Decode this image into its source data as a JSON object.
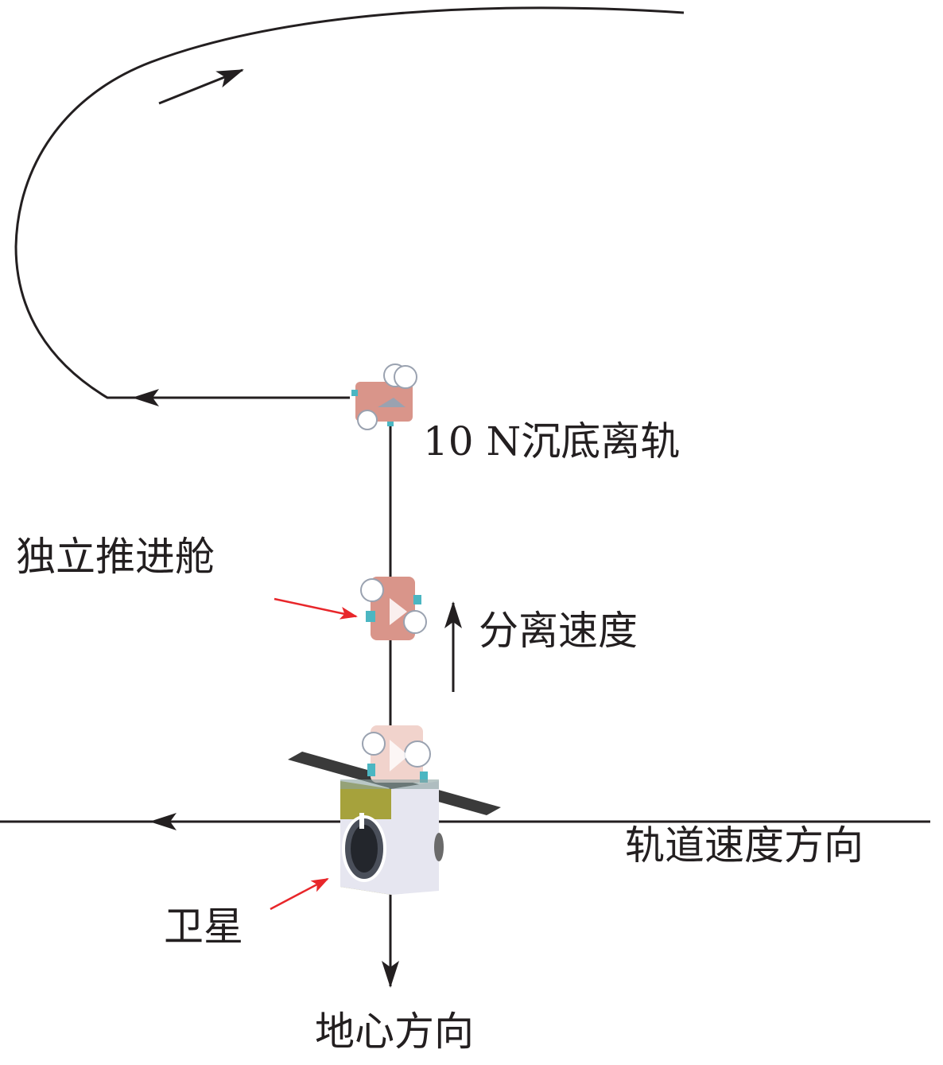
{
  "labels": {
    "deorbit": "10 N沉底离轨",
    "propulsion_module": "独立推进舱",
    "separation_velocity": "分离速度",
    "orbital_velocity_direction": "轨道速度方向",
    "satellite": "卫星",
    "earth_center_direction": "地心方向"
  },
  "colors": {
    "line": "#231f20",
    "callout_arrow": "#e8262a",
    "module_body": "#d9958a",
    "module_accent": "#4bb6c2",
    "solar_panel": "#3a3a3a",
    "satellite_body": "#e6e6f0",
    "satellite_side": "#a6a23c"
  }
}
